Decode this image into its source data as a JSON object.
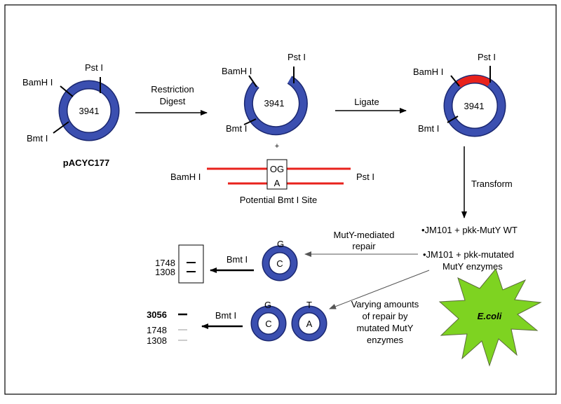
{
  "colors": {
    "plasmid_ring": "#3b4fb0",
    "plasmid_edge": "#1a2770",
    "insert_red": "#e8221c",
    "ecoli_fill": "#7ed321",
    "arrow": "#000000",
    "frame": "#000000"
  },
  "plasmid_original": {
    "size": "3941",
    "name": "pACYC177",
    "site_bamh": "BamH  I",
    "site_pst": "Pst I",
    "site_bmt": "Bmt I"
  },
  "step_digest": {
    "label_line1": "Restriction",
    "label_line2": "Digest"
  },
  "plasmid_cut": {
    "size": "3941",
    "site_bamh": "BamH  I",
    "site_pst": "Pst I",
    "site_bmt": "Bmt I"
  },
  "plus_sign": "+",
  "insert_duplex": {
    "left_label": "BamH  I",
    "right_label": "Pst I",
    "top_base": "OG",
    "bottom_base": "A",
    "caption": "Potential Bmt I Site"
  },
  "step_ligate": {
    "label": "Ligate"
  },
  "plasmid_ligated": {
    "size": "3941",
    "site_bamh": "BamH  I",
    "site_pst": "Pst I",
    "site_bmt": "Bmt I"
  },
  "step_transform": {
    "label": "Transform"
  },
  "strains": {
    "line1": "•JM101 + pkk-MutY WT",
    "line2a": "•JM101 + pkk-mutated",
    "line2b": "MutY enzymes"
  },
  "ecoli": {
    "label": "E.coli"
  },
  "repair_wt": {
    "label_line1": "MutY-mediated",
    "label_line2": "repair",
    "top_base": "G",
    "inner_base": "C",
    "enzyme": "Bmt I",
    "bands": [
      "1748",
      "1308"
    ]
  },
  "repair_mutated": {
    "label_line1": "Varying amounts",
    "label_line2": "of repair by",
    "label_line3": "mutated MutY",
    "label_line4": "enzymes",
    "ring1_top": "G",
    "ring1_inner": "C",
    "ring2_top": "T",
    "ring2_inner": "A",
    "enzyme": "Bmt I",
    "bands": [
      "3056",
      "1748",
      "1308"
    ]
  }
}
